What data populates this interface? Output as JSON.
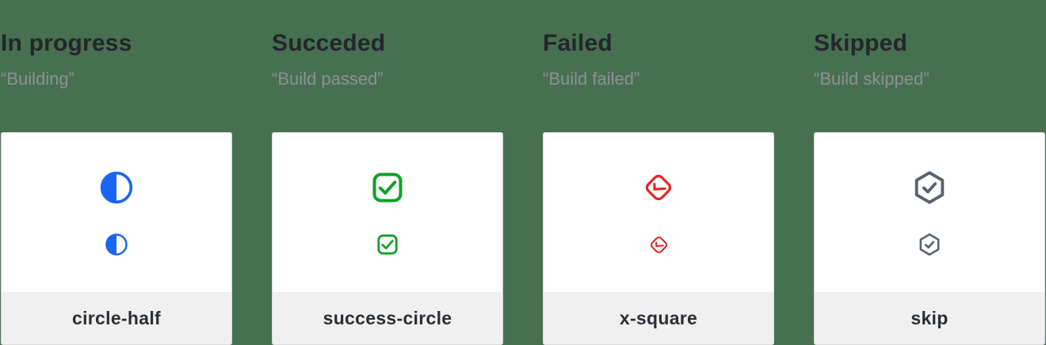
{
  "page": {
    "background_color": "#477051"
  },
  "colors": {
    "in_progress_blue": "#1a66f2",
    "success_green": "#0ea127",
    "failed_red": "#e42525",
    "skipped_gray": "#5b6270",
    "card_border": "#dcdcdc",
    "card_background": "#ffffff",
    "footer_background": "#f0f0f0",
    "title_text": "#23262a",
    "quote_text": "#8d9196",
    "label_text": "#2b2f33"
  },
  "columns": [
    {
      "title": "In progress",
      "quote": "“Building”",
      "icon": "circle-half-icon",
      "icon_color": "#1a66f2",
      "label": "circle-half"
    },
    {
      "title": "Succeded",
      "quote": "“Build passed”",
      "icon": "check-square-icon",
      "icon_color": "#0ea127",
      "label": "success-circle"
    },
    {
      "title": "Failed",
      "quote": "“Build failed”",
      "icon": "x-square-icon",
      "icon_color": "#e42525",
      "label": "x-square"
    },
    {
      "title": "Skipped",
      "quote": "“Build skipped”",
      "icon": "hexagon-check-icon",
      "icon_color": "#5b6270",
      "label": "skip"
    }
  ]
}
